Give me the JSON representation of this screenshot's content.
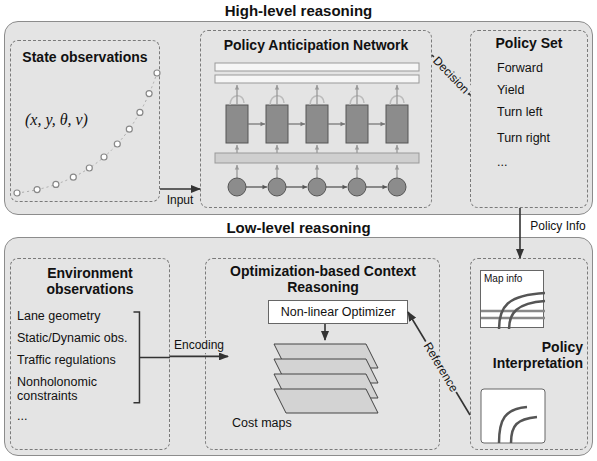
{
  "diagram": {
    "nodes": [
      {
        "text": [
          "High-level reasoning"
        ]
      },
      {
        "text": [
          "State observations",
          "(x, y, θ, v)"
        ],
        "in": 0
      },
      {
        "text": [
          "Policy Anticipation Network"
        ],
        "in": 0
      },
      {
        "text": [
          "Policy Set",
          "Forward",
          "Yield",
          "Turn left",
          "Turn right",
          "..."
        ],
        "in": 0
      },
      {
        "text": [
          "Low-level reasoning"
        ]
      },
      {
        "text": [
          "Environment observations",
          "Lane geometry",
          "Static/Dynamic obs.",
          "Traffic regulations",
          "Nonholonomic constraints",
          "..."
        ],
        "in": 4
      },
      {
        "text": [
          "Optimization-based Context Reasoning"
        ],
        "in": 4
      },
      {
        "text": [
          "Non-linear Optimizer"
        ],
        "in": 6
      },
      {
        "text": [
          "Cost maps"
        ],
        "in": 6
      },
      {
        "text": [
          "Policy Interpretation"
        ],
        "in": 4
      },
      {
        "text": [
          "Map info"
        ],
        "in": 9
      }
    ],
    "edges": [
      {
        "from": 1,
        "to": 2,
        "arrow": "to",
        "label": "Input"
      },
      {
        "from": 2,
        "to": 3,
        "arrow": "to",
        "label": "Decision"
      },
      {
        "from": 3,
        "to": 9,
        "arrow": "to",
        "label": "Policy Info"
      },
      {
        "from": 5,
        "to": 8,
        "arrow": "to",
        "label": "Encoding"
      },
      {
        "from": 9,
        "to": 7,
        "arrow": "to",
        "label": "Reference"
      },
      {
        "from": 7,
        "to": 8,
        "arrow": "to"
      }
    ]
  }
}
